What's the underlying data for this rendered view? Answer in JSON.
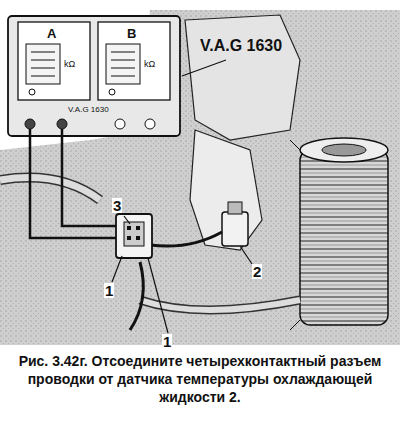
{
  "diagram": {
    "caption": "Рис. 3.42г. Отсоедините четырехконтактный разъем проводки от датчика температуры охлаждающей жидкости 2.",
    "labels": [
      "A",
      "B",
      "kΩ",
      "kΩ",
      "V.A.G 1630",
      "V.A.G 1630",
      "3",
      "2",
      "1",
      "1"
    ]
  }
}
